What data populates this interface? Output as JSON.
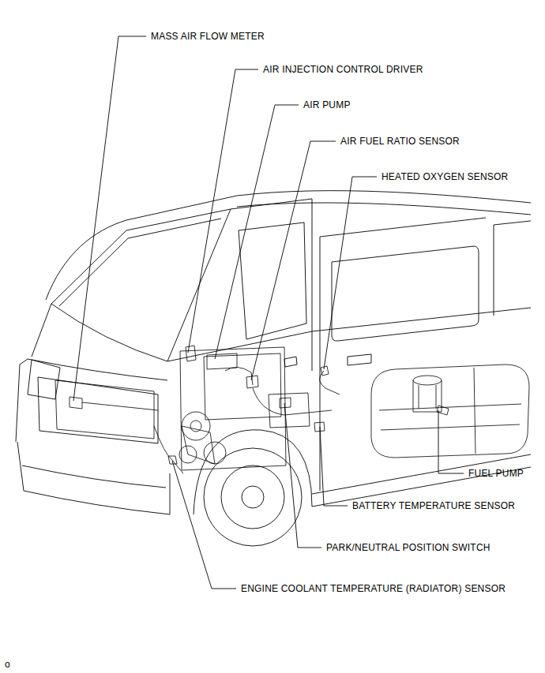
{
  "diagram": {
    "labels": [
      "MASS AIR FLOW METER",
      "AIR INJECTION CONTROL DRIVER",
      "AIR PUMP",
      "AIR FUEL RATIO SENSOR",
      "HEATED OXYGEN SENSOR",
      "FUEL PUMP",
      "BATTERY TEMPERATURE SENSOR",
      "PARK/NEUTRAL POSITION SWITCH",
      "ENGINE COOLANT TEMPERATURE (RADIATOR) SENSOR",
      "o"
    ]
  }
}
